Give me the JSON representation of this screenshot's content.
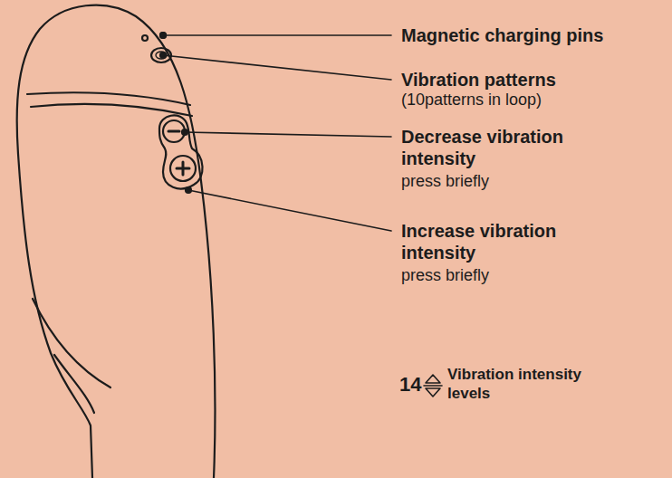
{
  "diagram": {
    "labels": [
      "Magnetic charging pins",
      "Vibration patterns",
      "(10patterns in loop)",
      "Decrease vibration intensity",
      "press briefly",
      "Increase vibration intensity",
      "press briefly",
      "14",
      "Vibration intensity levels"
    ]
  }
}
